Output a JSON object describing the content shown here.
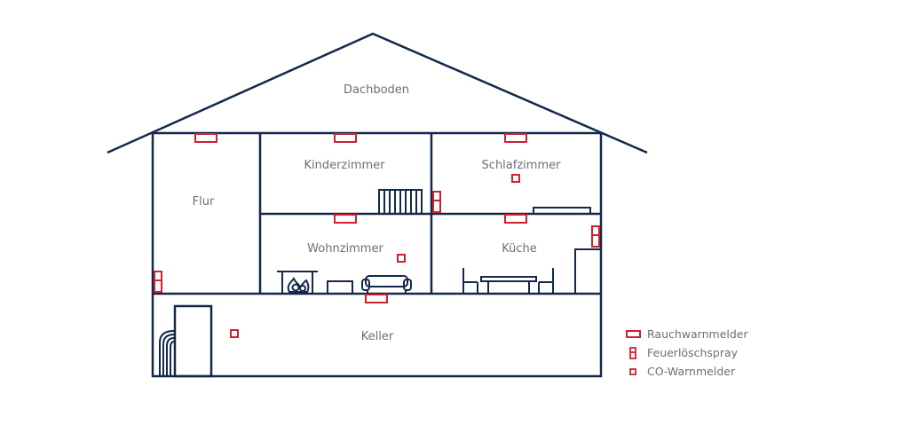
{
  "colors": {
    "structure": "#13284b",
    "devices": "#d0202e",
    "label_text": "#6a6f78",
    "background": "#ffffff"
  },
  "rooms": {
    "attic": "Dachboden",
    "hall": "Flur",
    "kids_room": "Kinderzimmer",
    "bedroom": "Schlafzimmer",
    "living_room": "Wohnzimmer",
    "kitchen": "Küche",
    "basement": "Keller"
  },
  "legend": {
    "smoke_detector": "Rauchwarnmelder",
    "fire_spray": "Feuerlöschspray",
    "co_detector": "CO-Warnmelder"
  },
  "icons": {
    "smoke_detector": "smoke-detector-icon",
    "fire_spray": "fire-extinguisher-spray-icon",
    "co_detector": "co-detector-icon"
  }
}
